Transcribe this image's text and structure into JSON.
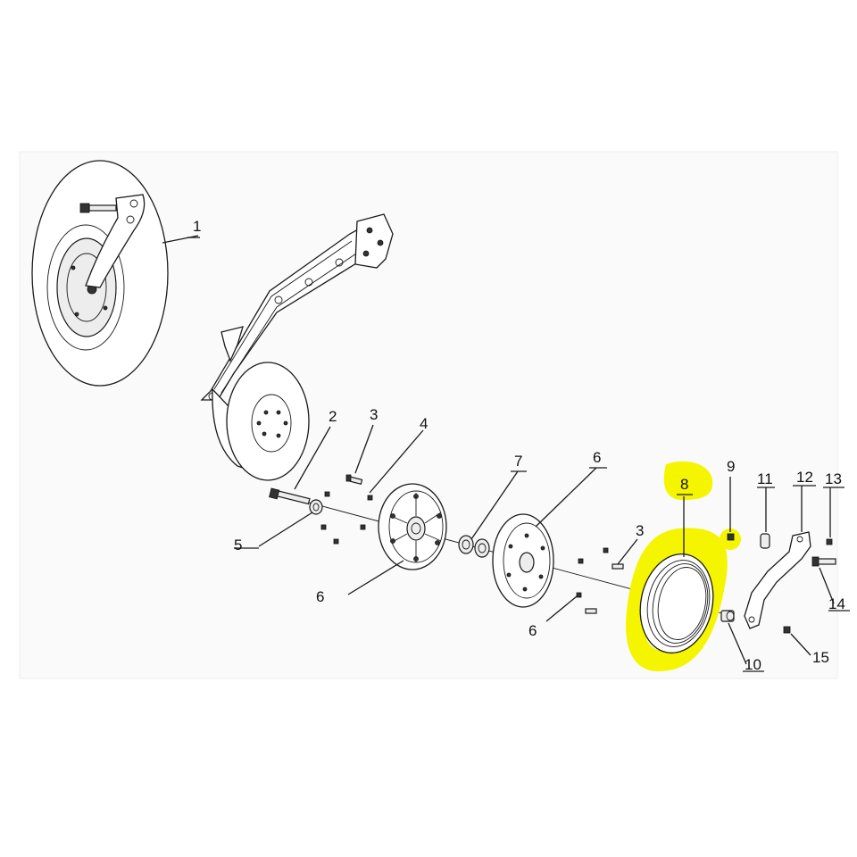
{
  "diagram": {
    "part_labels": {
      "p1": "1",
      "p2": "2",
      "p3a": "3",
      "p3b": "3",
      "p4": "4",
      "p5": "5",
      "p6a": "6",
      "p6b": "6",
      "p6c": "6",
      "p7": "7",
      "p8": "8",
      "p9": "9",
      "p10": "10",
      "p11": "11",
      "p12": "12",
      "p13": "13",
      "p14": "14",
      "p15": "15"
    },
    "highlighted_part": "8",
    "colors": {
      "highlight": "#f5f500",
      "line": "#1a1a1a",
      "background": "#ffffff",
      "frame": "#f2f2f2"
    }
  }
}
